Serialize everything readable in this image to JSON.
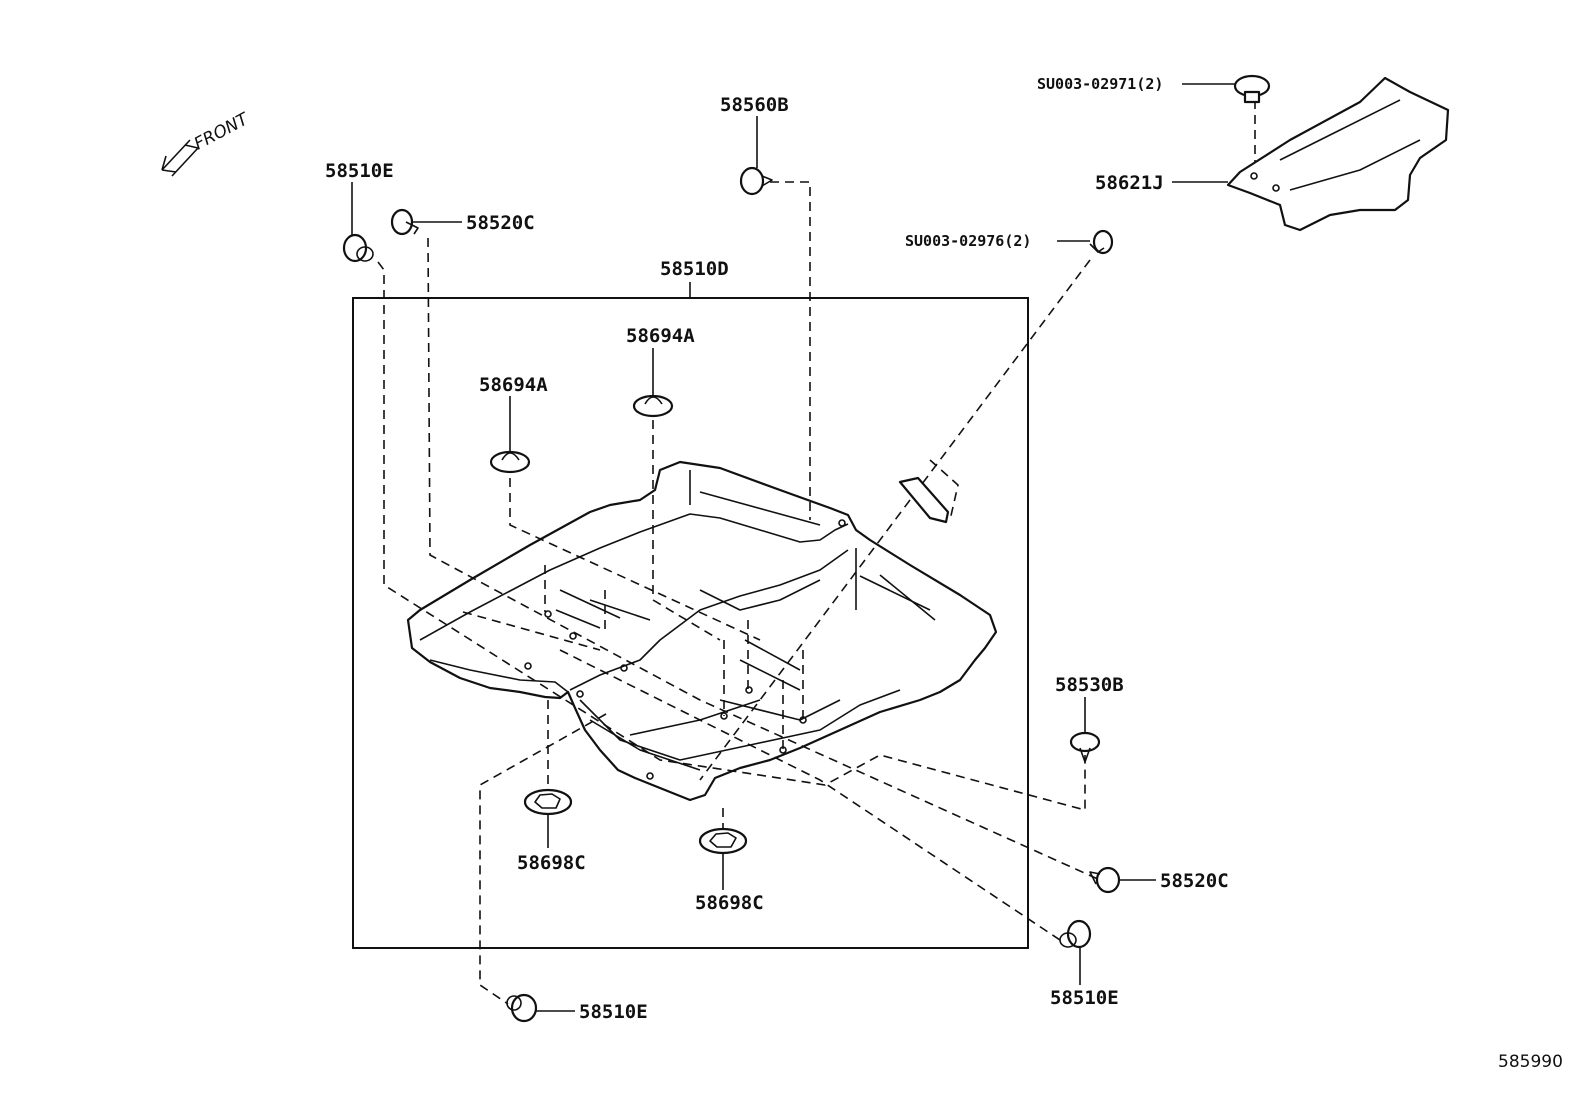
{
  "diagram": {
    "front_label": "FRONT",
    "diagram_id": "585990",
    "callouts": {
      "p58510E_top": "58510E",
      "p58520C_top": "58520C",
      "p58560B": "58560B",
      "p58510D": "58510D",
      "p58694A_upper": "58694A",
      "p58694A_lower": "58694A",
      "pSU003_02971": "SU003-02971(2)",
      "p58621J": "58621J",
      "pSU003_02976": "SU003-02976(2)",
      "p58530B": "58530B",
      "p58698C_left": "58698C",
      "p58698C_center": "58698C",
      "p58520C_bottom": "58520C",
      "p58510E_bottom_right": "58510E",
      "p58510E_bottom_left": "58510E"
    }
  }
}
